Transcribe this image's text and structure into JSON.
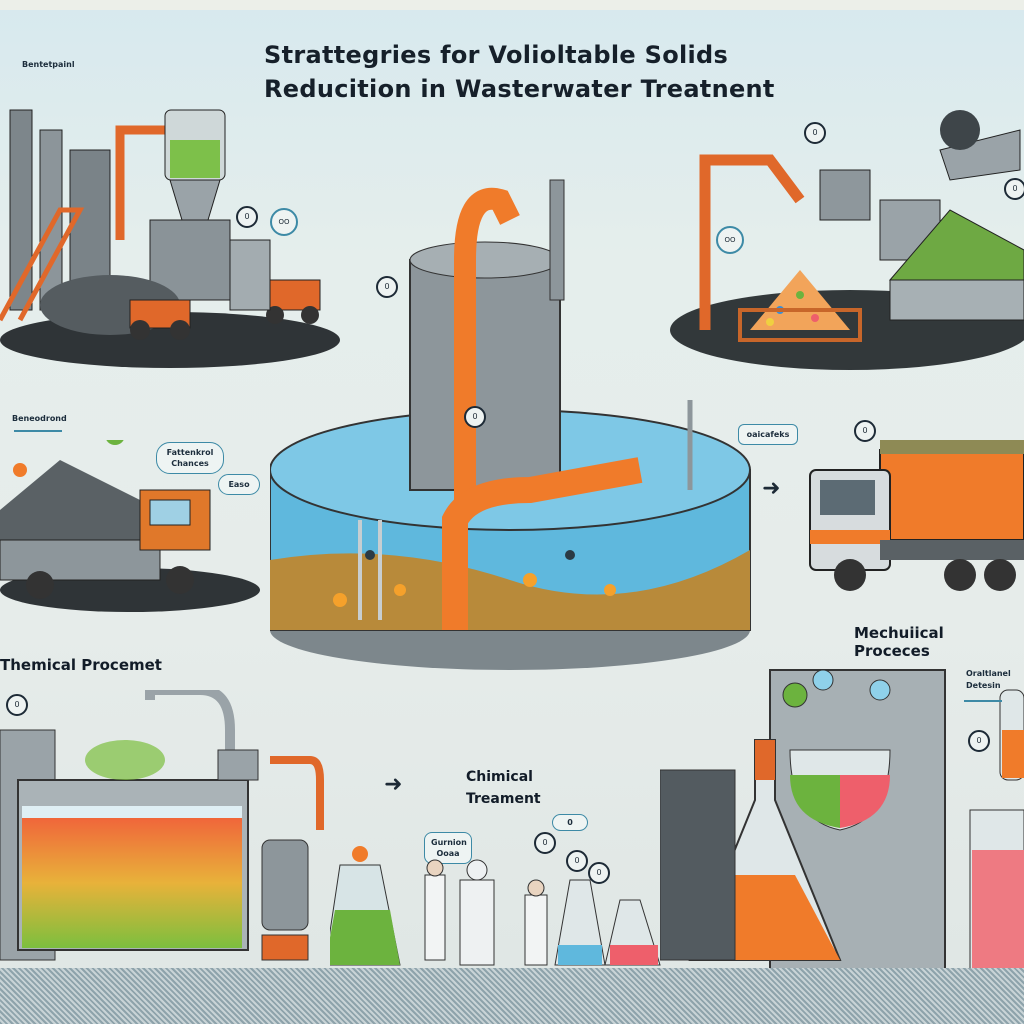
{
  "title": {
    "line1": "Strattegries for Volioltable Solids",
    "line2": "Reducition in Wasterwater Treatnent"
  },
  "section_labels": {
    "thermal": "Themical Procemet",
    "mechanical": "Mechuiical Proceces",
    "chemical_line1": "Chimical",
    "chemical_line2": "Treament"
  },
  "small_labels": {
    "top_left": "Bentetpainl",
    "mid_left": "Beneodrond",
    "lab_panel_line1": "Oraltlanel",
    "lab_panel_line2": "Detesin"
  },
  "pills": {
    "mid_left_callout": "Fattenkrol Chances",
    "mid_left_small": "Easo",
    "right_truck_callout": "oaicafeks",
    "bottom_center_callout": "Gurnion Ooaa",
    "top_right_pipe": "OO",
    "top_left_circle": "OO"
  },
  "markers": {
    "generic": "0"
  },
  "icons": {
    "arrow_right": "➜"
  },
  "colors": {
    "water_blue": "#5fb8dd",
    "orange": "#f07b2a",
    "green": "#6cb33e",
    "pink": "#ee5f6b",
    "steel": "#9aa3a8",
    "ink": "#16202a",
    "accent_teal": "#3d8aa6"
  }
}
